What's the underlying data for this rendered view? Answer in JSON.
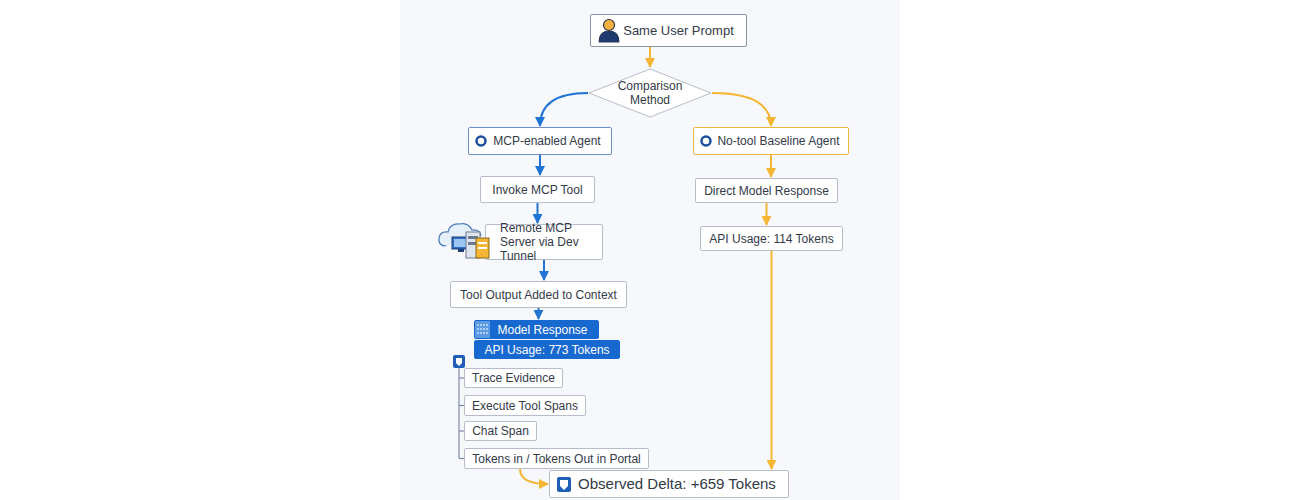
{
  "diagram": {
    "nodes": [
      {
        "text": [
          "Same User Prompt"
        ]
      },
      {
        "text": [
          "Comparison Method"
        ]
      },
      {
        "text": [
          "MCP-enabled Agent"
        ]
      },
      {
        "text": [
          "No-tool Baseline Agent"
        ]
      },
      {
        "text": [
          "Invoke MCP Tool"
        ]
      },
      {
        "text": [
          "Direct Model Response"
        ]
      },
      {
        "text": [
          "Remote MCP Server via Dev Tunnel"
        ]
      },
      {
        "text": [
          "API Usage: 114 Tokens"
        ]
      },
      {
        "text": [
          "Tool Output Added to Context"
        ]
      },
      {
        "text": [
          "Model Response"
        ]
      },
      {
        "text": [
          "API Usage: 773 Tokens"
        ]
      },
      {
        "text": [
          "Trace Evidence"
        ]
      },
      {
        "text": [
          "Execute Tool Spans"
        ]
      },
      {
        "text": [
          "Chat Span"
        ]
      },
      {
        "text": [
          "Tokens in / Tokens Out in Portal"
        ]
      },
      {
        "text": [
          "Observed Delta: +659 Tokens"
        ]
      }
    ],
    "edges": [
      {
        "from": 0,
        "to": 1,
        "arrow": "to"
      },
      {
        "from": 1,
        "to": 2,
        "arrow": "to"
      },
      {
        "from": 1,
        "to": 3,
        "arrow": "to"
      },
      {
        "from": 2,
        "to": 4,
        "arrow": "to"
      },
      {
        "from": 4,
        "to": 6,
        "arrow": "to"
      },
      {
        "from": 6,
        "to": 8,
        "arrow": "to"
      },
      {
        "from": 8,
        "to": 9,
        "arrow": "to"
      },
      {
        "from": 3,
        "to": 5,
        "arrow": "to"
      },
      {
        "from": 5,
        "to": 7,
        "arrow": "to"
      },
      {
        "from": 7,
        "to": 15,
        "arrow": "to"
      },
      {
        "from": 14,
        "to": 15,
        "arrow": "to"
      }
    ]
  }
}
